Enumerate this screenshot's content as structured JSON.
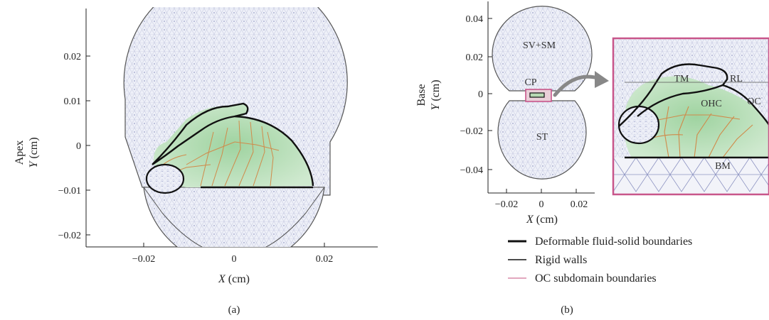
{
  "panel_a": {
    "side_label": "Apex",
    "y_label_var": "Y",
    "y_label_unit": " (cm)",
    "x_label_var": "X",
    "x_label_unit": " (cm)",
    "x_ticks": [
      "−0.02",
      "0",
      "0.02"
    ],
    "y_ticks": [
      "0.02",
      "0.01",
      "0",
      "−0.01",
      "−0.02"
    ],
    "caption": "(a)"
  },
  "panel_b": {
    "side_label": "Base",
    "y_label_var": "Y",
    "y_label_unit": " (cm)",
    "x_label_var": "X",
    "x_label_unit": " (cm)",
    "x_ticks": [
      "−0.02",
      "0",
      "0.02"
    ],
    "y_ticks": [
      "0.04",
      "0.02",
      "0",
      "−0.02",
      "−0.04"
    ],
    "regions": {
      "sv_sm": "SV+SM",
      "cp": "CP",
      "st": "ST"
    },
    "inset_labels": {
      "tm": "TM",
      "rl": "RL",
      "ohc": "OHC",
      "oc": "OC",
      "bm": "BM"
    },
    "caption": "(b)"
  },
  "legend": {
    "items": [
      {
        "label": "Deformable fluid-solid boundaries",
        "color": "#111111"
      },
      {
        "label": "Rigid walls",
        "color": "#111111"
      },
      {
        "label": "OC subdomain boundaries",
        "color": "#d98aa8"
      }
    ]
  },
  "colors": {
    "mesh_fill": "#eef0f8",
    "mesh_line": "#b8bcd8",
    "oc_fill": "#cfe9cf",
    "oc_lines": "#d08a4a",
    "inset_frame": "#c8558a"
  }
}
